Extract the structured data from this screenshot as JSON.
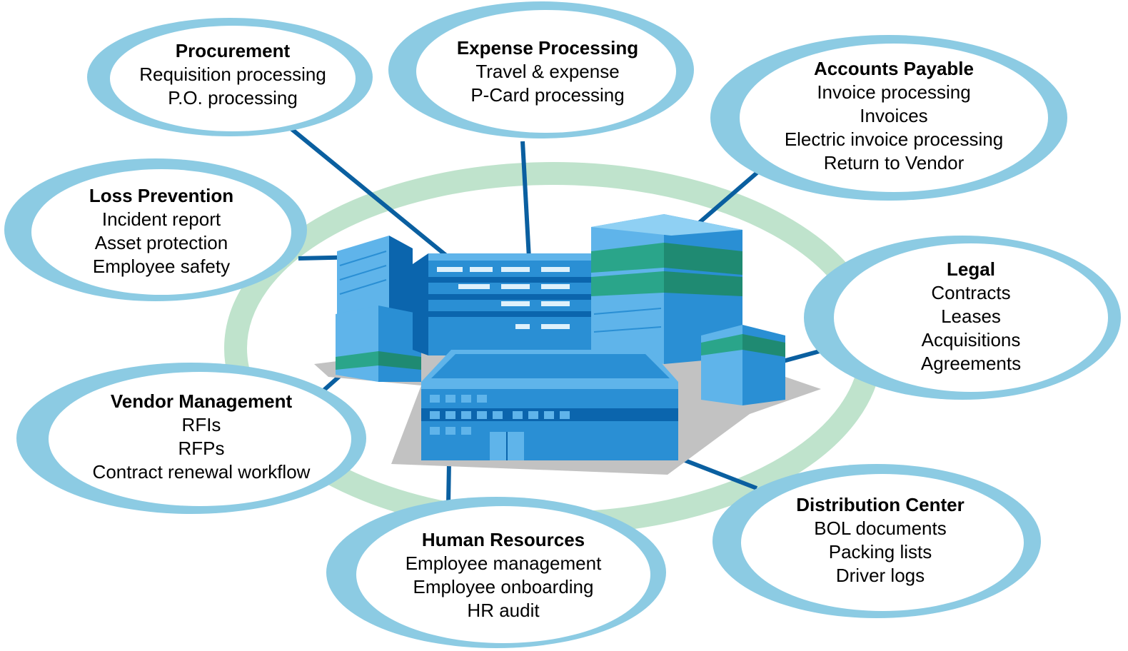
{
  "colors": {
    "ring": "#bfe3cc",
    "bubble_outer": "#8ccbe3",
    "bubble_inner": "#ffffff",
    "connector": "#0a5fa0",
    "building_light": "#5fb4ea",
    "building_mid": "#2a8fd4",
    "building_dark": "#0b65ad",
    "building_teal": "#2aa58a",
    "shadow": "#bdbdbd"
  },
  "bubbles": {
    "procurement": {
      "title": "Procurement",
      "lines": [
        "Requisition processing",
        "P.O. processing"
      ],
      "icon": "none"
    },
    "expense": {
      "title": "Expense Processing",
      "lines": [
        "Travel & expense",
        "P-Card processing"
      ]
    },
    "payable": {
      "title": "Accounts Payable",
      "lines": [
        "Invoice processing",
        "Invoices",
        "Electric invoice processing",
        "Return to Vendor"
      ]
    },
    "loss": {
      "title": "Loss Prevention",
      "lines": [
        "Incident report",
        "Asset protection",
        "Employee safety"
      ]
    },
    "legal": {
      "title": "Legal",
      "lines": [
        "Contracts",
        "Leases",
        "Acquisitions",
        "Agreements"
      ]
    },
    "vendor": {
      "title": "Vendor Management",
      "lines": [
        "RFIs",
        "RFPs",
        "Contract renewal workflow"
      ]
    },
    "hr": {
      "title": "Human Resources",
      "lines": [
        "Employee management",
        "Employee onboarding",
        "HR audit"
      ]
    },
    "distribution": {
      "title": "Distribution Center",
      "lines": [
        "BOL documents",
        "Packing lists",
        "Driver logs"
      ]
    }
  }
}
